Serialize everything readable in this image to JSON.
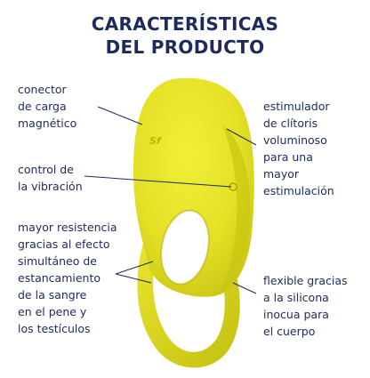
{
  "title": {
    "line1": "CARACTERÍSTICAS",
    "line2": "DEL PRODUCTO"
  },
  "features": {
    "charging": [
      "conector",
      "de carga",
      "magnético"
    ],
    "clitoral": [
      "estimulador",
      "de clítoris",
      "voluminoso",
      "para una",
      "mayor",
      "estimulación"
    ],
    "vibration": [
      "control de",
      "la vibración"
    ],
    "resistance": [
      "mayor resistencia",
      "gracias al efecto",
      "simultáneo de",
      "estancamiento",
      "de la sangre",
      "en el pene y",
      "los testículos"
    ],
    "flexible": [
      "flexible gracias",
      "a la silicona",
      "inocua para",
      "el cuerpo"
    ]
  },
  "colors": {
    "text": "#1e2a5a",
    "product": "#e8e62a",
    "product_shade": "#c9c613",
    "lines": "#1e2a5a"
  },
  "icons": {
    "brand": "satisfyer-logo-icon",
    "button": "power-button-icon"
  }
}
